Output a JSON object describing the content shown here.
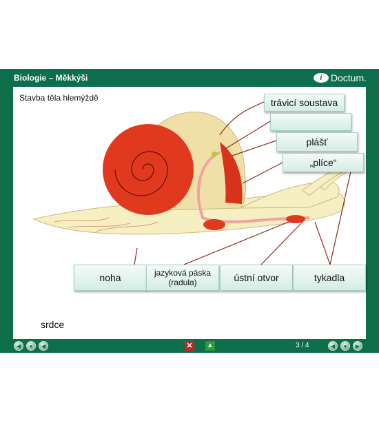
{
  "header": {
    "title": "Biologie – Měkkýši",
    "logo_mark": "i",
    "logo_text": "Doctum."
  },
  "panel": {
    "subtitle": "Stavba těla hlemýždě"
  },
  "labels": {
    "travici": "trávicí soustava",
    "empty": "",
    "plast": "plášť",
    "plice": "„plíce“",
    "noha": "noha",
    "jazyk_line1": "jazyková páska",
    "jazyk_line2": "(radula)",
    "ustni": "ústní otvor",
    "tykadla": "tykadla"
  },
  "draggable": {
    "srdce": "srdce"
  },
  "footer": {
    "page": "3 / 4"
  },
  "colors": {
    "frame": "#0c6e4b",
    "shell": "#e0391e",
    "body": "#f5efc2"
  }
}
